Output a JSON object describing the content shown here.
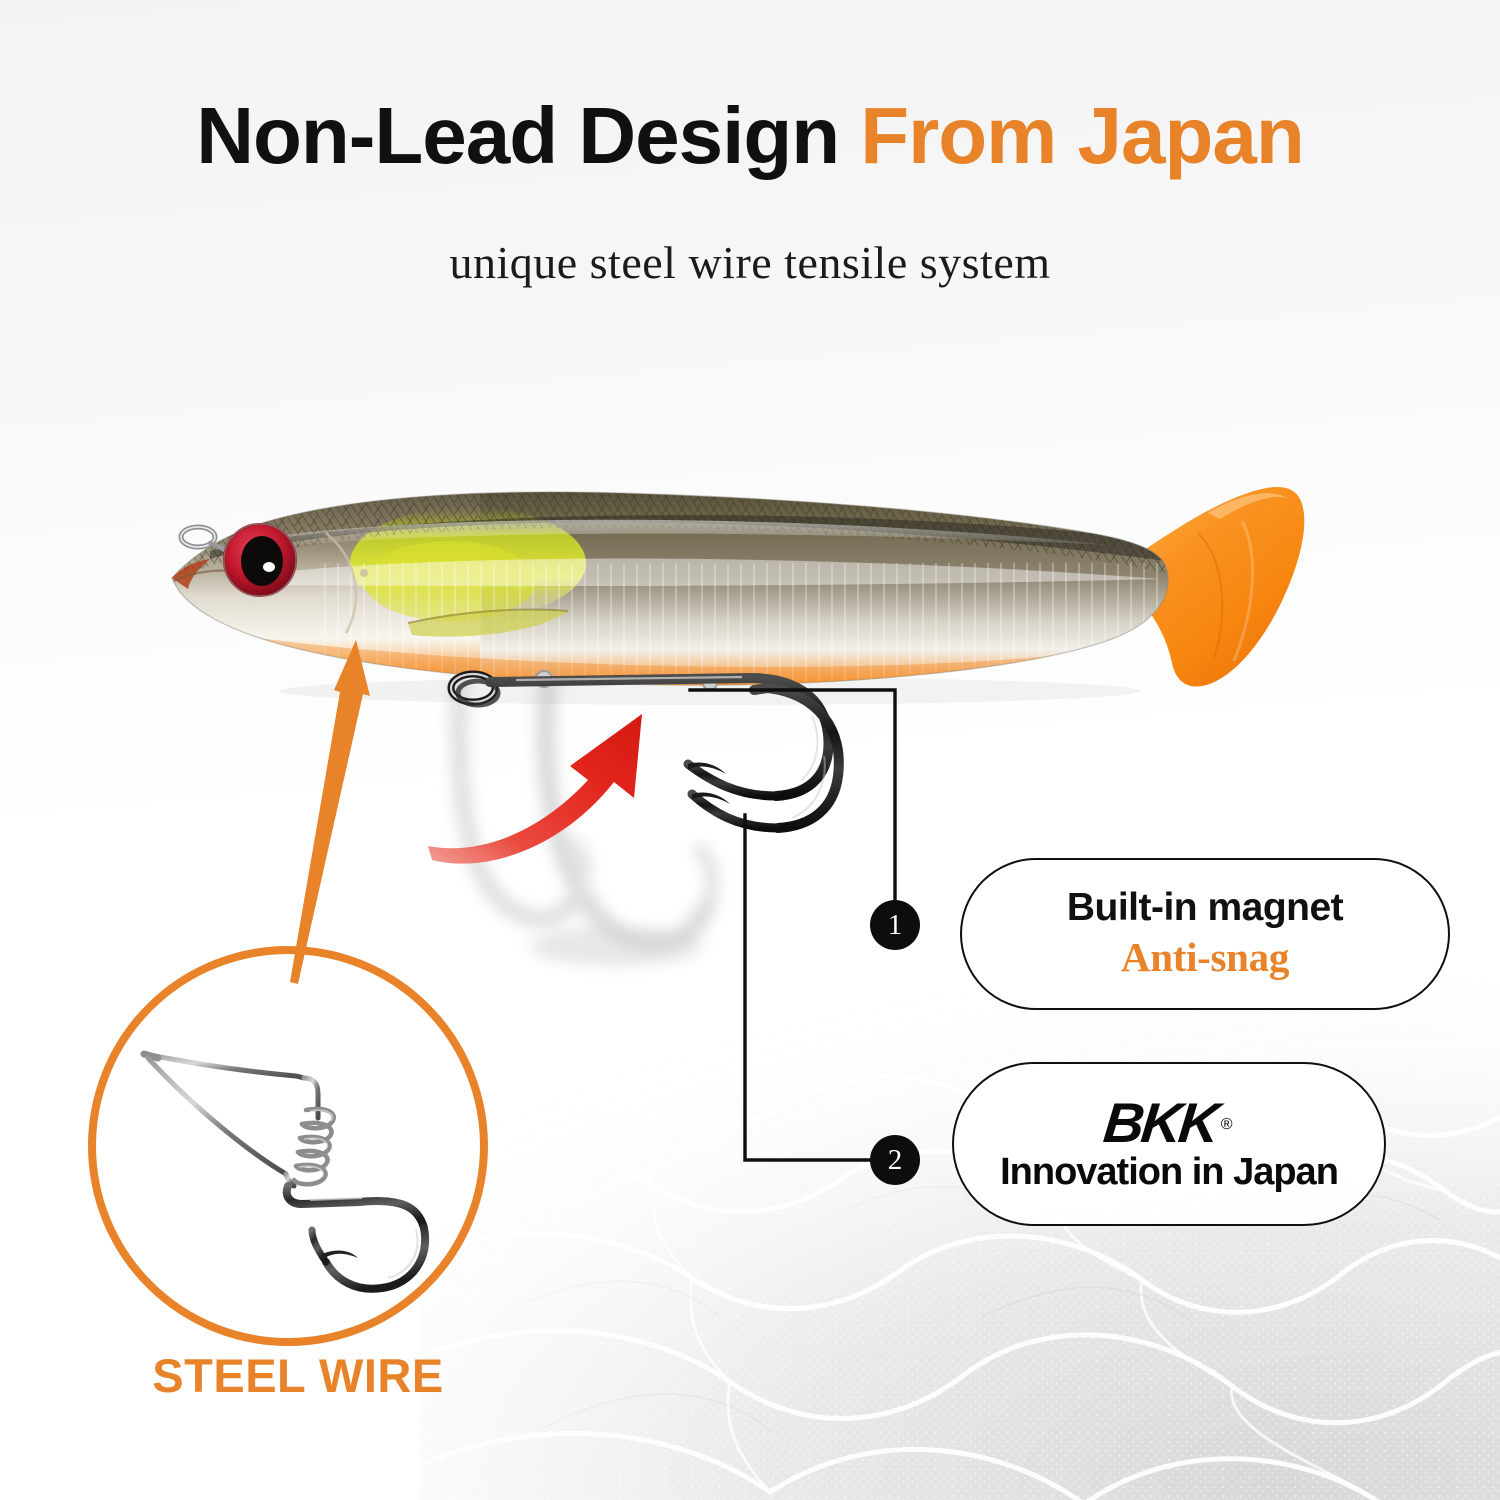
{
  "header": {
    "headline_dark": "Non-Lead Design ",
    "headline_accent": "From Japan",
    "subtitle": "unique steel wire tensile system"
  },
  "colors": {
    "accent_orange": "#E8832A",
    "headline_black": "#101010",
    "badge_black": "#0D0D0D",
    "arrow_red": "#E8231E",
    "lure_belly_orange": "#F58220",
    "lure_back_olive": "#5A5540",
    "lure_chartreuse": "#D7DF23",
    "lure_eye_red": "#C0172B",
    "background_top": "#F3F3F3"
  },
  "product": {
    "lure_name": "soft-plastic swimbait",
    "eye_color_label": "red",
    "tail_type": "paddle-tail"
  },
  "callouts": [
    {
      "number": "1",
      "line1": "Built-in magnet",
      "line2": "Anti-snag"
    },
    {
      "number": "2",
      "logo": "BKK",
      "logo_mark": "®",
      "line1": "Innovation in Japan"
    }
  ],
  "detail_circle": {
    "label": "STEEL WIRE",
    "content": "weighted-spring-hook"
  },
  "icons": {
    "arrow_up_red": "red-curved-arrow-icon",
    "arrow_up_orange": "orange-pointer-arrow-icon",
    "rock_texture": "rocky-riverbed-texture-icon"
  }
}
